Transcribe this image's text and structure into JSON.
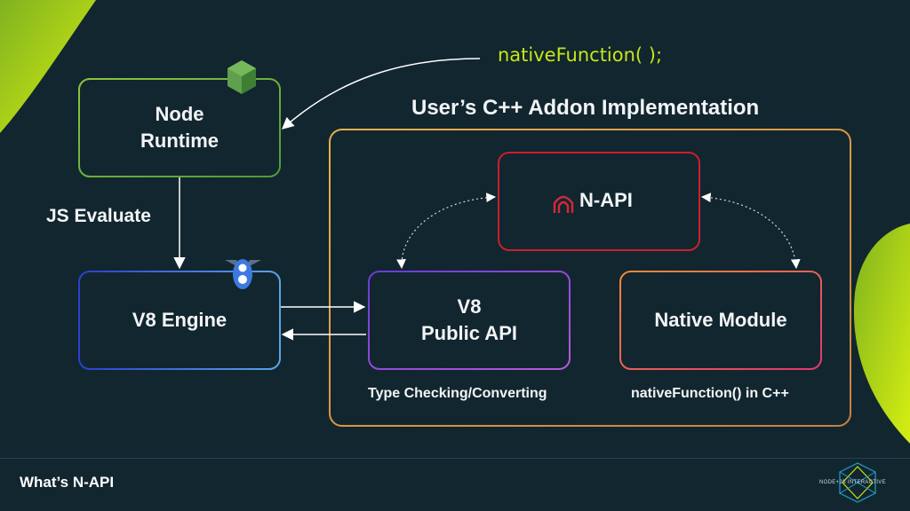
{
  "slide": {
    "callout": "nativeFunction( );",
    "addon_title": "User’s C++ Addon Implementation",
    "footer_title": "What’s N-API",
    "footer_logo_text": "NODE+JS INTERACTIVE"
  },
  "nodes": {
    "node_runtime": [
      "Node",
      "Runtime"
    ],
    "v8_engine": "V8 Engine",
    "napi": "N-API",
    "v8_public_api": [
      "V8",
      "Public API"
    ],
    "native_module": "Native Module"
  },
  "edge_labels": {
    "js_evaluate": "JS Evaluate",
    "type_checking": "Type Checking/Converting",
    "native_cpp": "nativeFunction() in C++"
  },
  "colors": {
    "background": "#12262f",
    "accent_lime": "#c6e51a",
    "node_green": "#6fa93c",
    "v8_blue": "#3d63d9",
    "napi_red": "#c8202c",
    "addon_orange": "#d79a45",
    "public_api_purple": "#8b3fd6",
    "native_pink": "#e0455f"
  },
  "icons": [
    "nodejs-hex-icon",
    "v8-logo-icon",
    "napi-logo-icon",
    "node-js-interactive-logo-icon"
  ]
}
